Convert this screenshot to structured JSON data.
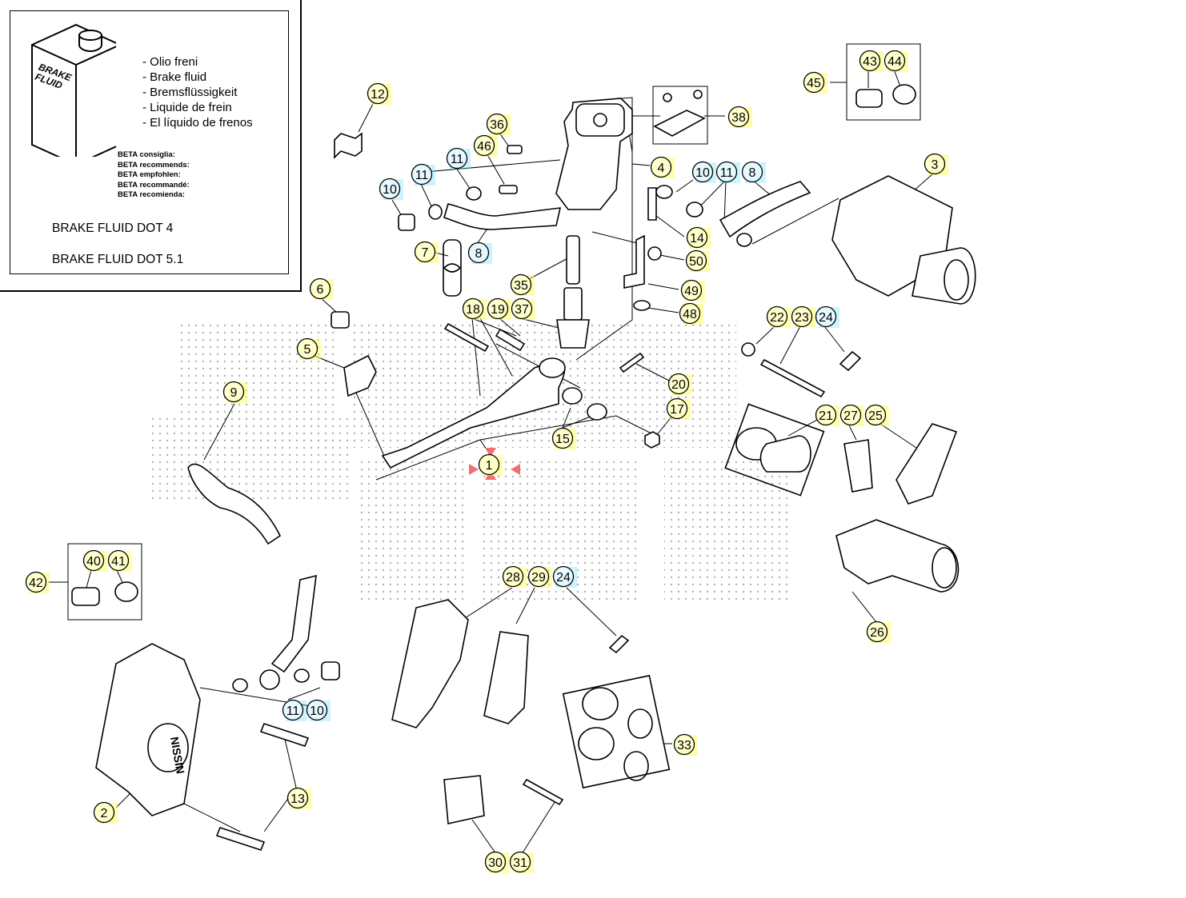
{
  "legend": {
    "can_label_line1": "BRAKE",
    "can_label_line2": "FLUID",
    "languages": [
      "- Olio freni",
      "- Brake fluid",
      "- Bremsflüssigkeit",
      "- Liquide de frein",
      "- El líquido de frenos"
    ],
    "recommends": [
      "BETA consiglia:",
      "BETA recommends:",
      "BETA empfohlen:",
      "BETA recommandé:",
      "BETA recomienda:"
    ],
    "fluid_1": "BRAKE FLUID DOT 4",
    "fluid_2": "BRAKE FLUID DOT 5.1"
  },
  "callouts": {
    "c12": "12",
    "c36": "36",
    "c46": "46",
    "c11a": "11",
    "c11b": "11",
    "c10a": "10",
    "c8a": "8",
    "c7": "7",
    "c4": "4",
    "c38": "38",
    "c43": "43",
    "c44": "44",
    "c45": "45",
    "c10b": "10",
    "c11c": "11",
    "c8b": "8",
    "c3": "3",
    "c14": "14",
    "c50": "50",
    "c35": "35",
    "c18": "18",
    "c19": "19",
    "c37": "37",
    "c49": "49",
    "c48": "48",
    "c6": "6",
    "c5": "5",
    "c22": "22",
    "c23": "23",
    "c24a": "24",
    "c9": "9",
    "c20": "20",
    "c17": "17",
    "c15": "15",
    "c1": "1",
    "c21": "21",
    "c27": "27",
    "c25": "25",
    "c42": "42",
    "c40": "40",
    "c41": "41",
    "c28": "28",
    "c29": "29",
    "c24b": "24",
    "c26": "26",
    "c11d": "11",
    "c10c": "10",
    "c33": "33",
    "c13": "13",
    "c2": "2",
    "c30": "30",
    "c31": "31"
  },
  "caliper_brand": "NISSIN",
  "colors": {
    "yellow_highlight": "#ffff66",
    "cyan_highlight": "#66e0ff",
    "marker_red": "#f07070"
  }
}
